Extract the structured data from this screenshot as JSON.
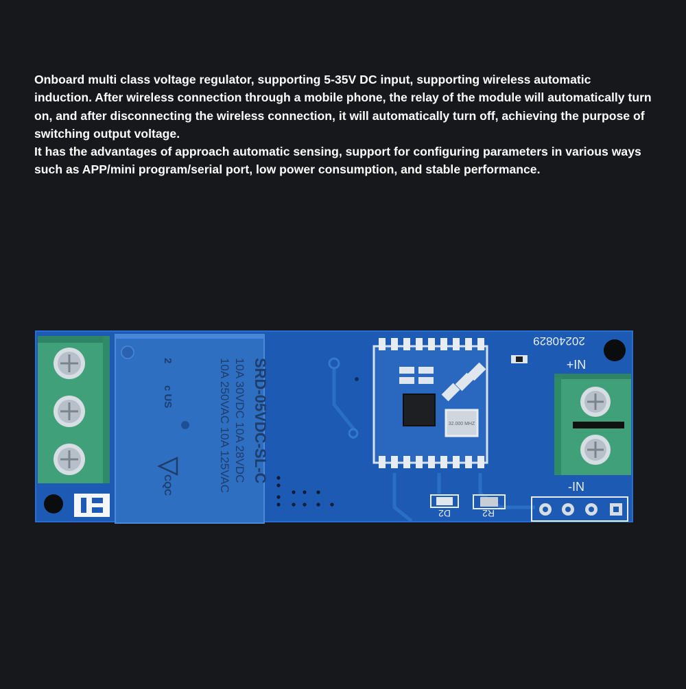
{
  "description": {
    "paragraph_1": "Onboard multi class voltage regulator, supporting 5-35V DC input, supporting wireless automatic induction. After wireless connection through a mobile phone, the relay of the module will automatically turn on, and after disconnecting the wireless connection, it will automatically turn off, achieving the purpose of switching output voltage.",
    "paragraph_2": "It has the advantages of approach automatic sensing, support for configuring parameters in various ways such as APP/mini program/serial port, low power consumption, and stable performance."
  },
  "board": {
    "date_code": "20240829",
    "in_plus": "+IN",
    "in_minus": "-IN",
    "d2_label": "D2",
    "r2_label": "R2",
    "crystal_label": "32.000 MHZ"
  },
  "relay": {
    "model": "SRD-05VDC-SL-C",
    "rating_1": "10A 250VAC 10A 125VAC",
    "rating_2": "10A 30VDC 10A 28VDC",
    "ul_mark": "c US",
    "us_2": "2",
    "cqc_mark": "CQC"
  },
  "colors": {
    "background": "#16181c",
    "pcb": "#1c5ab4",
    "relay": "#2f6fc2",
    "terminal": "#3fa07a"
  }
}
